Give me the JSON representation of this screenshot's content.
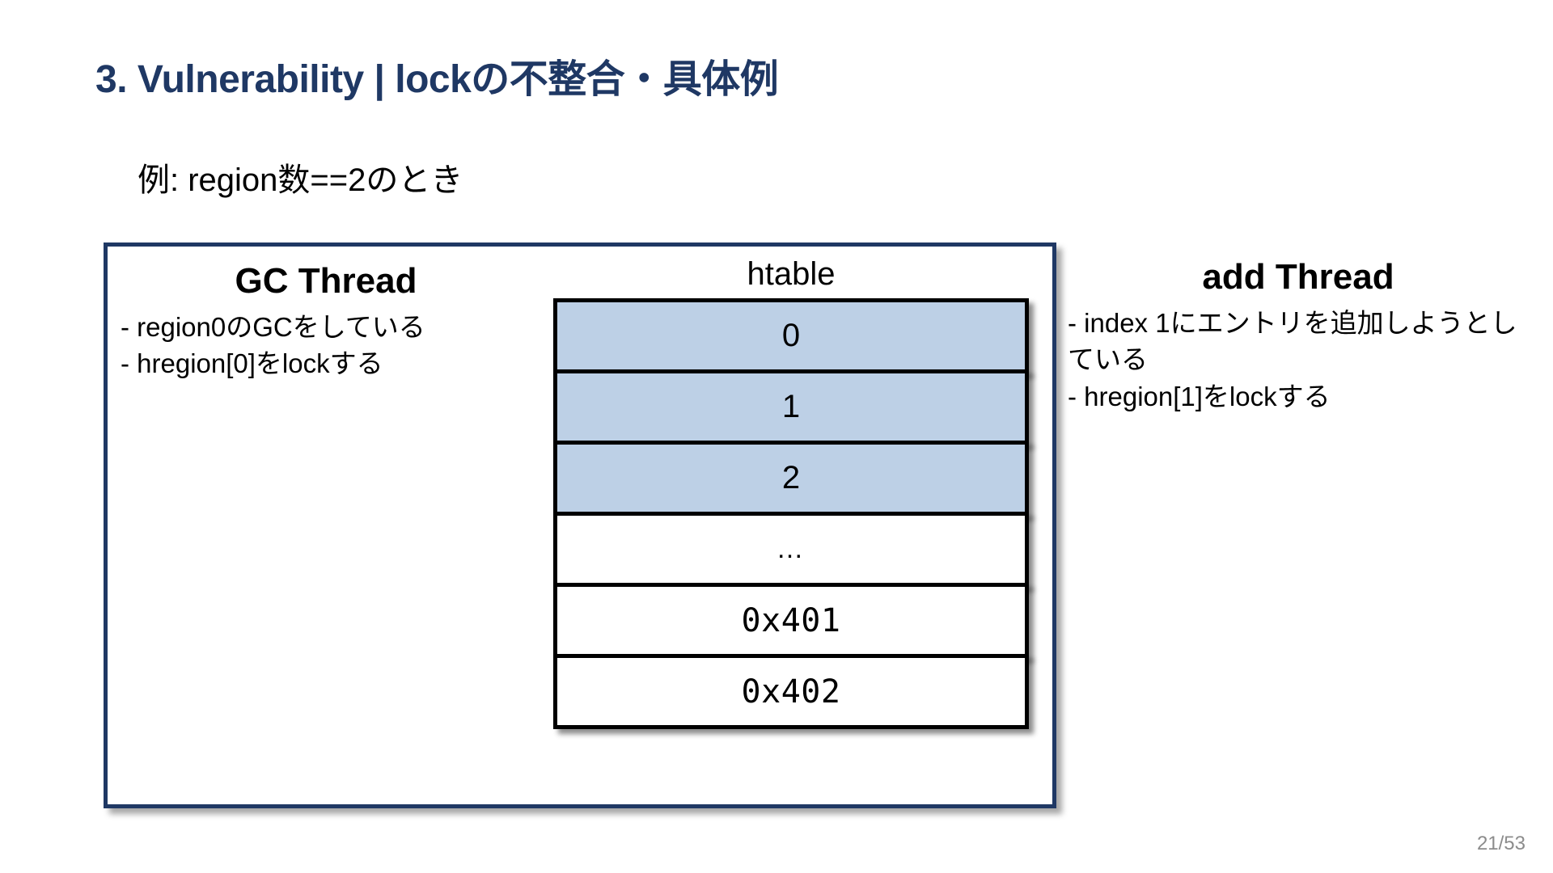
{
  "slide": {
    "title": "3. Vulnerability | lockの不整合・具体例",
    "subtitle": "例: region数==2のとき",
    "page_number": "21/53",
    "title_color": "#1f3864",
    "frame_border_color": "#1f3864",
    "highlight_fill_color": "#bdd0e6"
  },
  "gc_thread": {
    "heading": "GC Thread",
    "lines": [
      "- region0のGCをしている",
      "- hregion[0]をlockする"
    ]
  },
  "htable": {
    "label": "htable",
    "cells": [
      {
        "text": "0",
        "filled": true,
        "mono": false
      },
      {
        "text": "1",
        "filled": true,
        "mono": false
      },
      {
        "text": "2",
        "filled": true,
        "mono": false
      },
      {
        "text": "…",
        "filled": false,
        "mono": false
      },
      {
        "text": "0x401",
        "filled": false,
        "mono": true
      },
      {
        "text": "0x402",
        "filled": false,
        "mono": true
      }
    ]
  },
  "add_thread": {
    "heading": "add Thread",
    "lines": [
      "- index 1にエントリを追加しようとしている",
      "- hregion[1]をlockする"
    ]
  }
}
